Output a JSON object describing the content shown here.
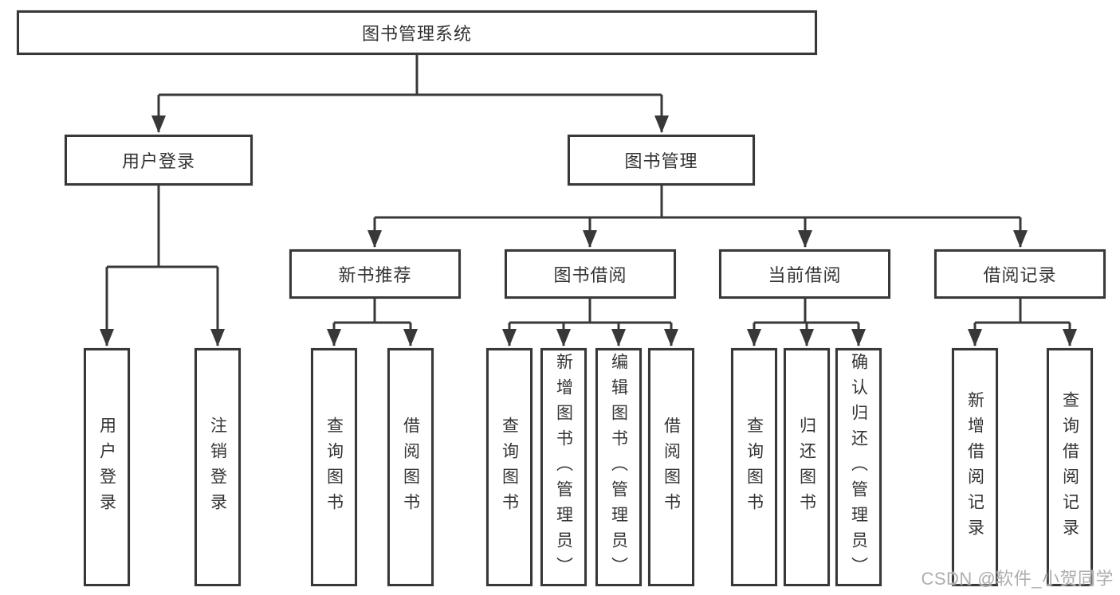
{
  "tree": {
    "root": {
      "label": "图书管理系统"
    },
    "level2": {
      "user_login": {
        "label": "用户登录"
      },
      "book_mgmt": {
        "label": "图书管理"
      }
    },
    "level3": {
      "new_books": {
        "label": "新书推荐"
      },
      "book_borrow": {
        "label": "图书借阅"
      },
      "current_borrow": {
        "label": "当前借阅"
      },
      "borrow_records": {
        "label": "借阅记录"
      }
    },
    "leaves": {
      "user_login": [
        "用户登录",
        "注销登录"
      ],
      "new_books": [
        "查询图书",
        "借阅图书"
      ],
      "book_borrow": [
        "查询图书",
        "新增图书（管理员）",
        "编辑图书（管理员）",
        "借阅图书"
      ],
      "current_borrow": [
        "查询图书",
        "归还图书",
        "确认归还（管理员）"
      ],
      "borrow_records": [
        "新增借阅记录",
        "查询借阅记录"
      ]
    }
  },
  "watermark": "CSDN @软件_小贺同学",
  "colors": {
    "line": "#383838",
    "box_border": "#383838",
    "text": "#333333",
    "watermark": "#a3a3a3",
    "background": "#ffffff"
  }
}
